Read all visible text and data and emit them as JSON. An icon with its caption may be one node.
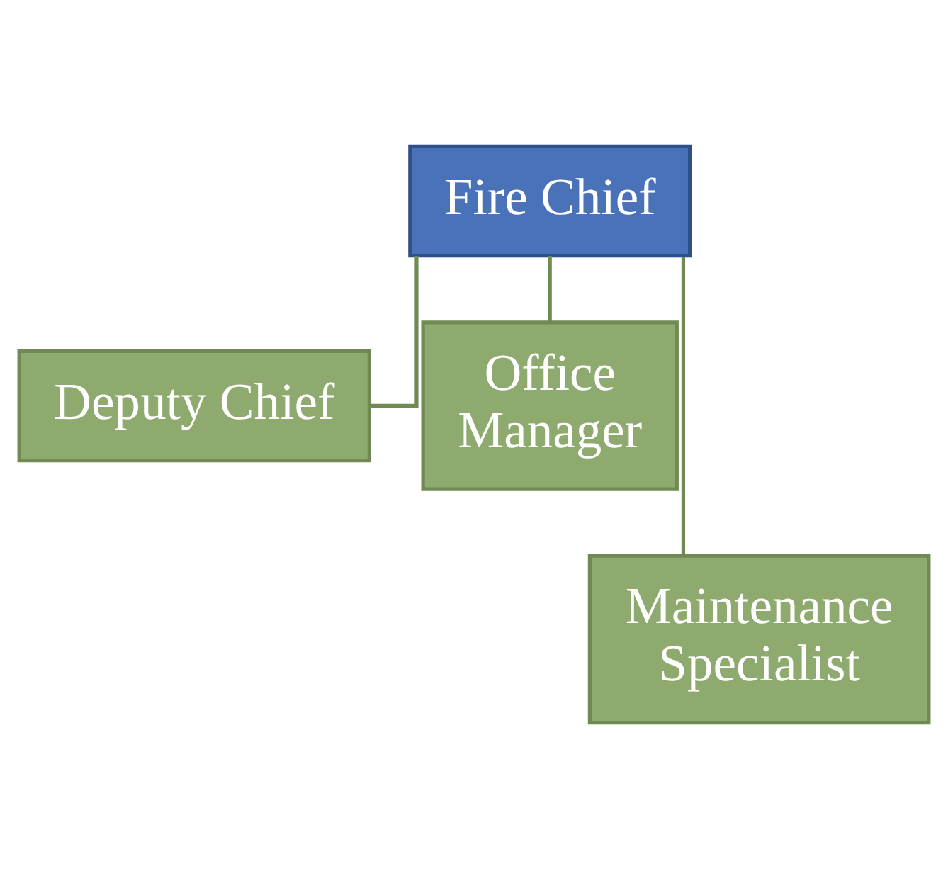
{
  "diagram": {
    "nodes": [
      {
        "text": [
          "Fire Chief"
        ]
      },
      {
        "text": [
          "Deputy Chief"
        ]
      },
      {
        "text": [
          "Office Manager"
        ]
      },
      {
        "text": [
          "Maintenance Specialist"
        ]
      }
    ],
    "edges": [
      {
        "from": 0,
        "to": 1,
        "arrow": "none"
      },
      {
        "from": 0,
        "to": 2,
        "arrow": "none"
      },
      {
        "from": 0,
        "to": 3,
        "arrow": "none"
      }
    ]
  }
}
